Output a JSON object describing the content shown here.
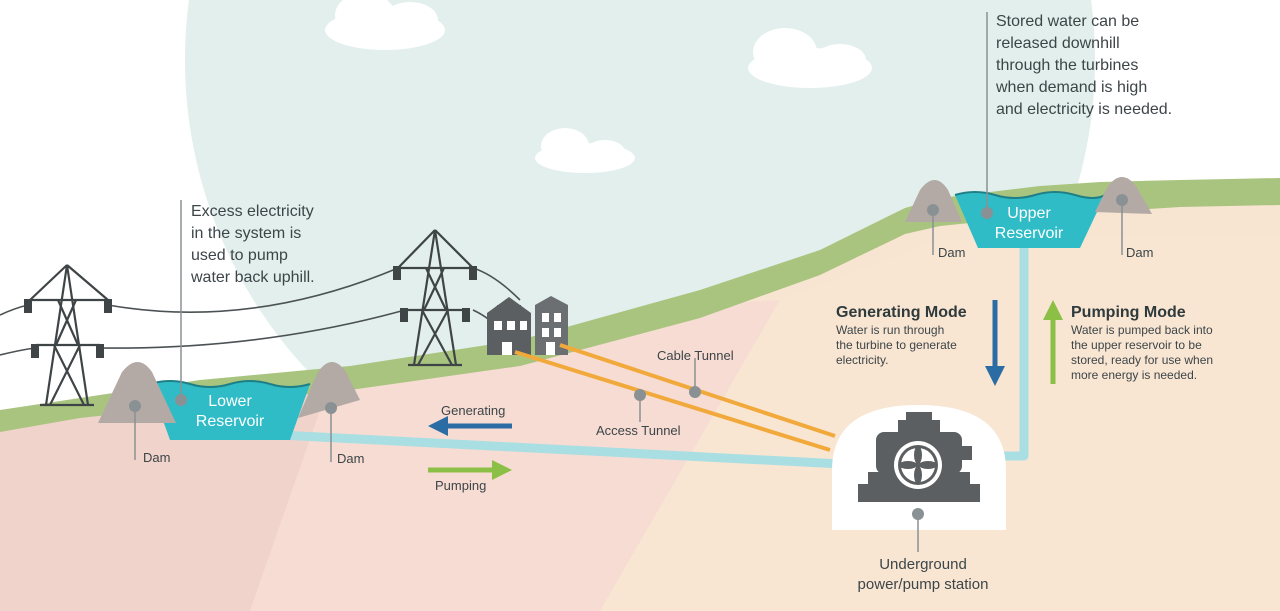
{
  "callouts": {
    "excess": [
      "Excess electricity",
      "in the system is",
      "used to pump",
      "water back uphill."
    ],
    "stored": [
      "Stored water can be",
      "released downhill",
      "through the turbines",
      "when demand is high",
      "and electricity is needed."
    ]
  },
  "reservoirs": {
    "lower": [
      "Lower",
      "Reservoir"
    ],
    "upper": [
      "Upper",
      "Reservoir"
    ]
  },
  "dams": [
    "Dam",
    "Dam",
    "Dam",
    "Dam"
  ],
  "tunnels": {
    "cable": "Cable Tunnel",
    "access": "Access Tunnel"
  },
  "flows": {
    "generating": "Generating",
    "pumping": "Pumping"
  },
  "modes": {
    "generating": {
      "title": "Generating Mode",
      "desc": [
        "Water is run through",
        "the turbine to generate",
        "electricity."
      ]
    },
    "pumping": {
      "title": "Pumping Mode",
      "desc": [
        "Water is pumped back into",
        "the upper reservoir to be",
        "stored, ready for use when",
        "more energy is needed."
      ]
    }
  },
  "station": [
    "Underground",
    "power/pump station"
  ],
  "colors": {
    "sky": "#e2efec",
    "grass": "#a9c47f",
    "water": "#2fbcc6",
    "pipe": "#a9dfe3",
    "tunnel": "#f2a93b",
    "generating_arrow": "#2c6ca4",
    "pumping_arrow": "#8cbf45",
    "structure": "#5b5f61",
    "dam": "#b3aaa5"
  }
}
